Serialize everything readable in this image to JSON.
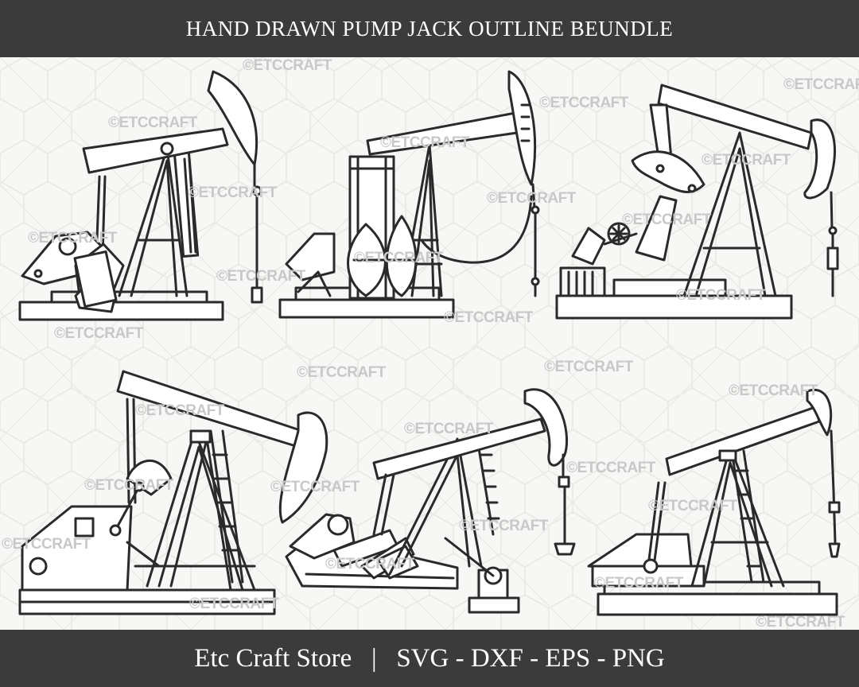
{
  "header": {
    "title": "HAND DRAWN PUMP JACK OUTLINE BEUNDLE"
  },
  "footer": {
    "store": "Etc Craft Store",
    "separator": "|",
    "formats": "SVG - DXF - EPS - PNG"
  },
  "watermark": {
    "text": "ETCCRAFT",
    "symbol": "©"
  },
  "colors": {
    "bar": "#3b3b3b",
    "background": "#f7f7f5",
    "ink": "#2a2a2a",
    "watermark": "#c8c8c8"
  },
  "illustrations": [
    {
      "name": "pump-jack-1"
    },
    {
      "name": "pump-jack-2"
    },
    {
      "name": "pump-jack-3"
    },
    {
      "name": "pump-jack-4"
    },
    {
      "name": "pump-jack-5"
    },
    {
      "name": "pump-jack-6"
    }
  ]
}
